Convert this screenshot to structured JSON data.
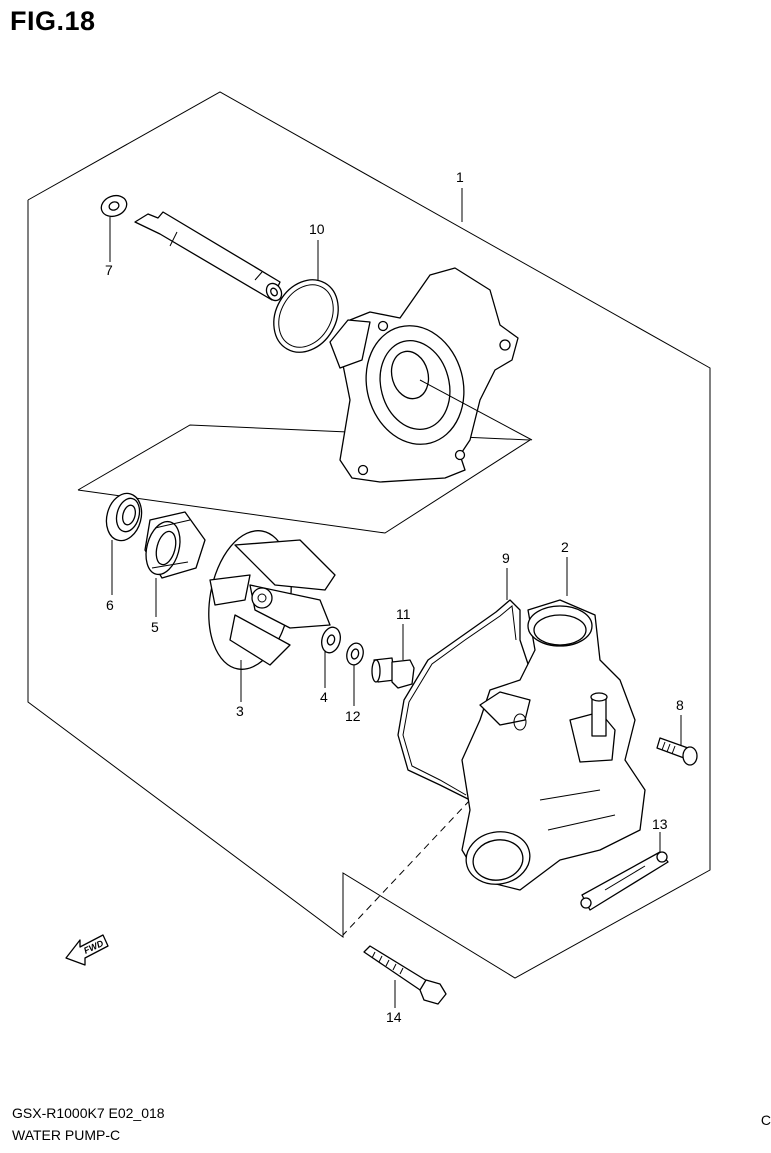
{
  "figure": {
    "title": "FIG.18"
  },
  "callouts": {
    "p1": "1",
    "p2": "2",
    "p3": "3",
    "p4": "4",
    "p5": "5",
    "p6": "6",
    "p7": "7",
    "p8": "8",
    "p9": "9",
    "p10": "10",
    "p11": "11",
    "p12": "12",
    "p13": "13",
    "p14": "14"
  },
  "direction_arrow": {
    "label": "FWD"
  },
  "footer": {
    "model_code": "GSX-R1000K7 E02_018",
    "section_name": "WATER PUMP-C",
    "corner_mark": "C"
  }
}
